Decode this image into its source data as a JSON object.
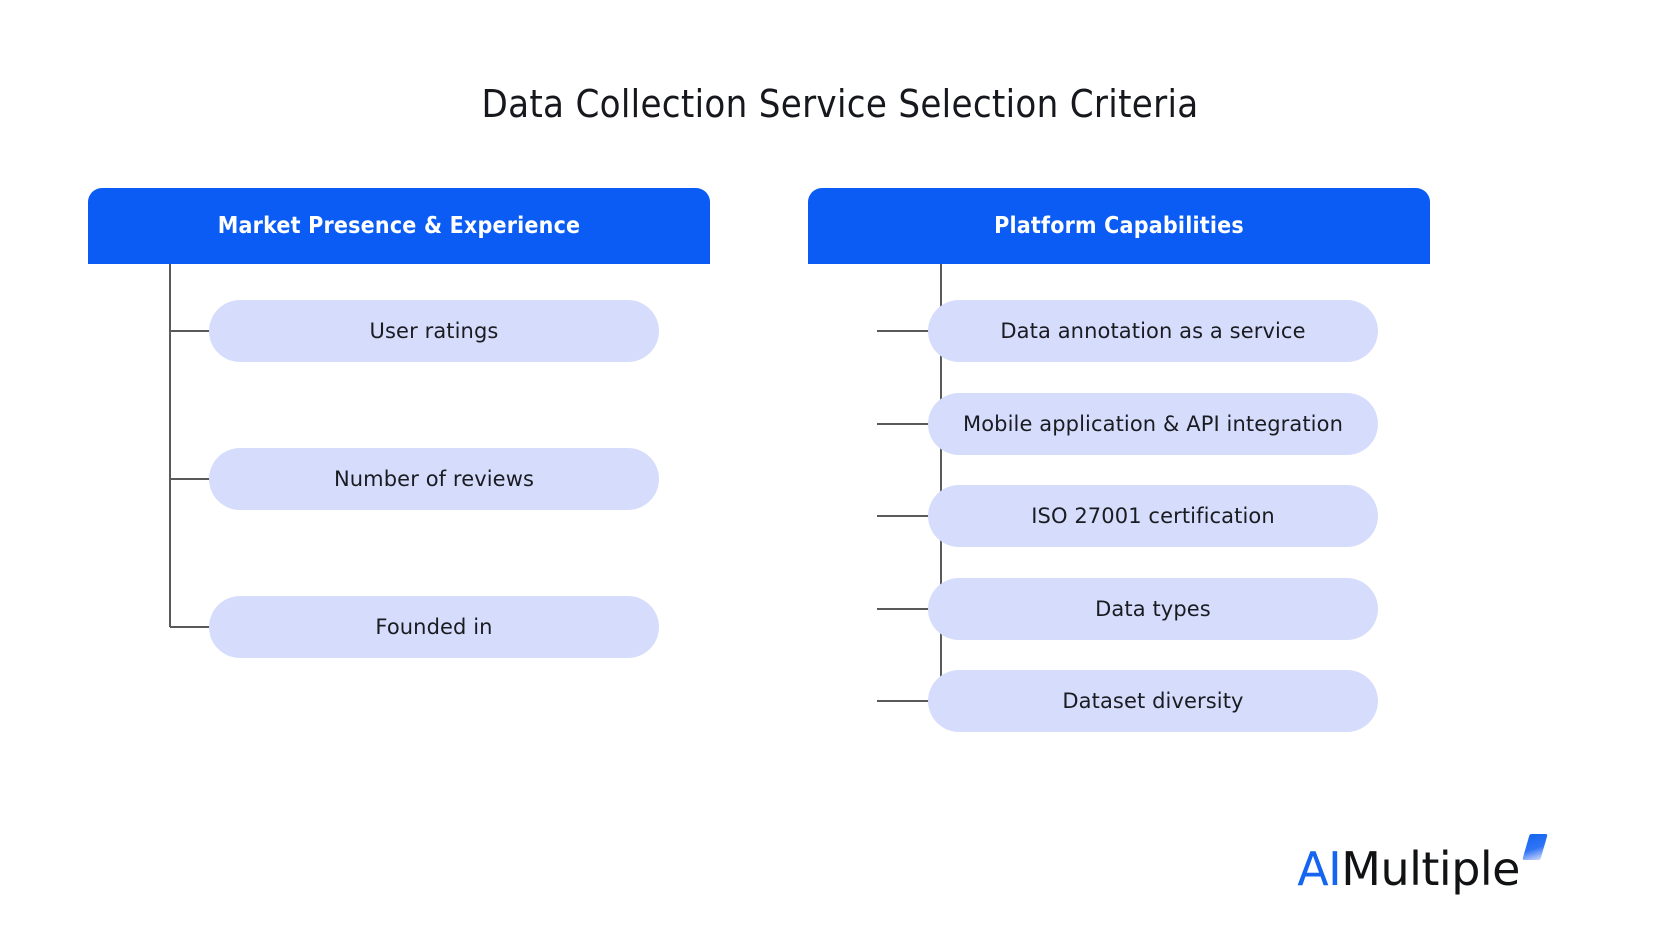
{
  "page": {
    "title": "Data Collection Service Selection Criteria",
    "background_color": "#ffffff"
  },
  "theme": {
    "header_blue": "#0b5cf5",
    "pill_blue": "#d6ddfc",
    "text_dark": "#1a1c21",
    "connector_gray": "#5a5a5a",
    "logo_blue": "#1565f0"
  },
  "columns": [
    {
      "id": "market-presence-experience",
      "header": "Market Presence & Experience",
      "items": [
        {
          "label": "User ratings"
        },
        {
          "label": "Number of reviews"
        },
        {
          "label": "Founded in"
        }
      ]
    },
    {
      "id": "platform-capabilities",
      "header": "Platform Capabilities",
      "items": [
        {
          "label": "Data annotation as a service"
        },
        {
          "label": "Mobile application & API integration"
        },
        {
          "label": "ISO 27001 certification"
        },
        {
          "label": "Data types"
        },
        {
          "label": "Dataset diversity"
        }
      ]
    }
  ],
  "logo": {
    "accent_text": "AI",
    "main_text": "Multiple"
  }
}
